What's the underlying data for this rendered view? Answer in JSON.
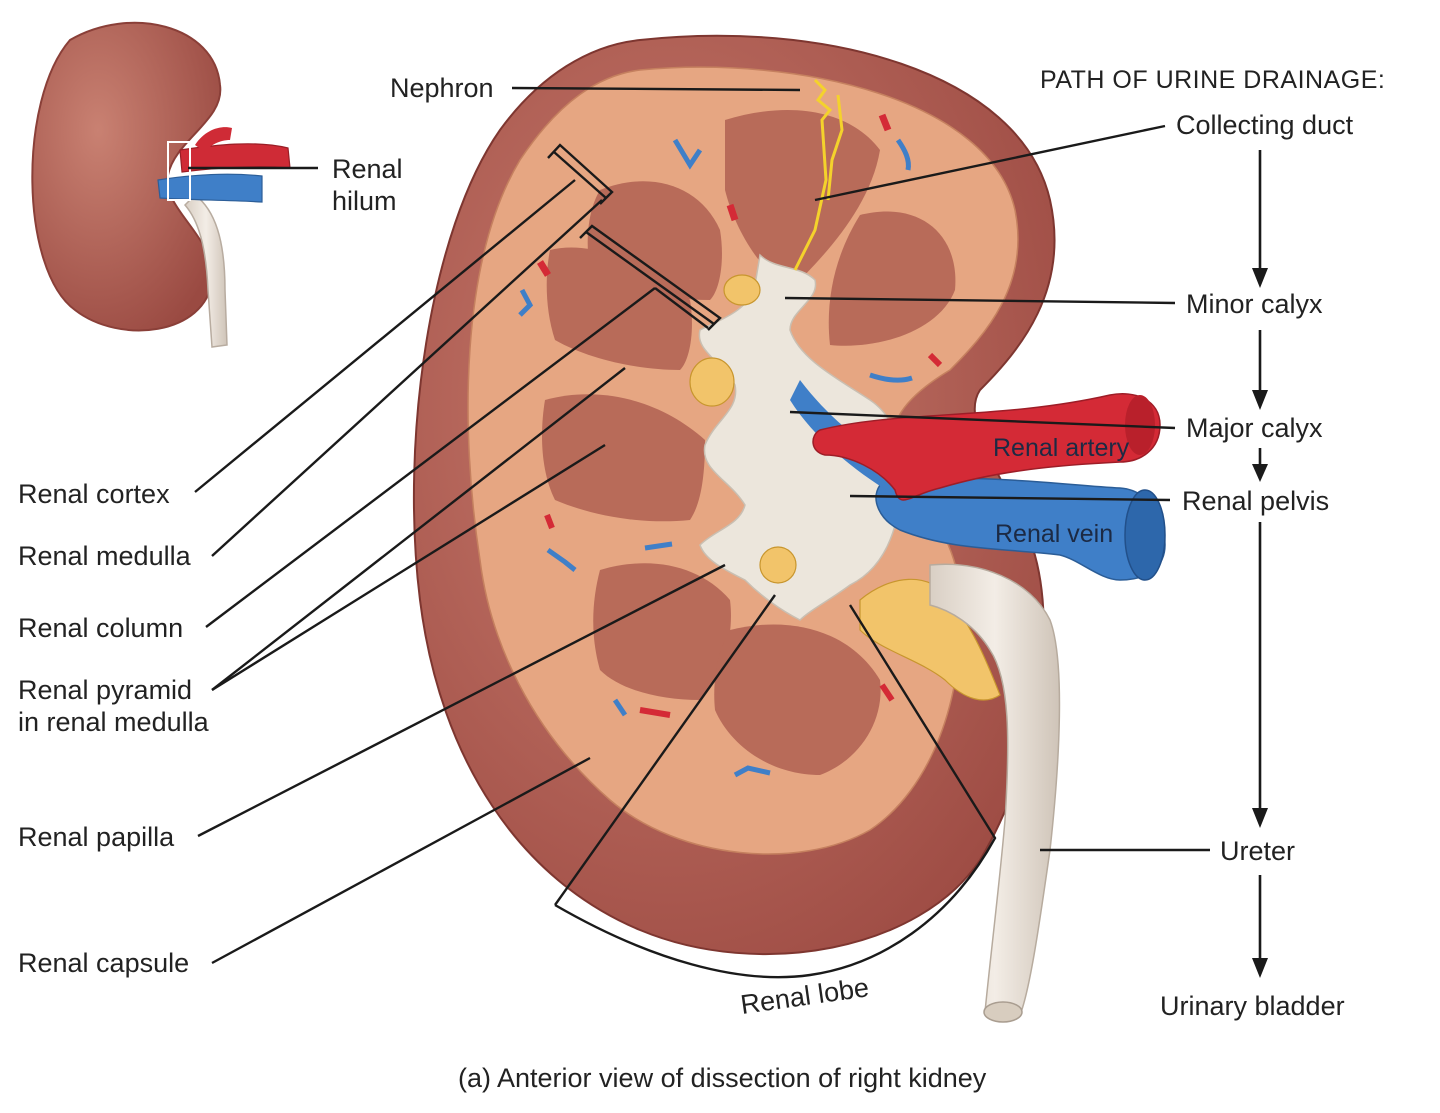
{
  "labels": {
    "nephron": "Nephron",
    "path_heading": "PATH OF URINE DRAINAGE:",
    "collecting_duct": "Collecting duct",
    "minor_calyx": "Minor calyx",
    "major_calyx": "Major calyx",
    "renal_pelvis": "Renal pelvis",
    "ureter": "Ureter",
    "urinary_bladder": "Urinary bladder",
    "renal_artery": "Renal artery",
    "renal_vein": "Renal vein",
    "renal_hilum_line1": "Renal",
    "renal_hilum_line2": "hilum",
    "renal_cortex": "Renal cortex",
    "renal_medulla": "Renal medulla",
    "renal_column": "Renal column",
    "renal_pyramid_line1": "Renal pyramid",
    "renal_pyramid_line2": "in renal medulla",
    "renal_papilla": "Renal papilla",
    "renal_capsule": "Renal capsule",
    "renal_lobe": "Renal lobe"
  },
  "caption": "(a) Anterior view of dissection of right kidney",
  "colors": {
    "capsule": "#b8645a",
    "cortex": "#e3a07e",
    "pyramid": "#b86a58",
    "artery": "#d42a36",
    "vein": "#3f7fc8",
    "calyx": "#ece6dc",
    "fat": "#f2c46a",
    "nephron": "#f4d22c"
  }
}
